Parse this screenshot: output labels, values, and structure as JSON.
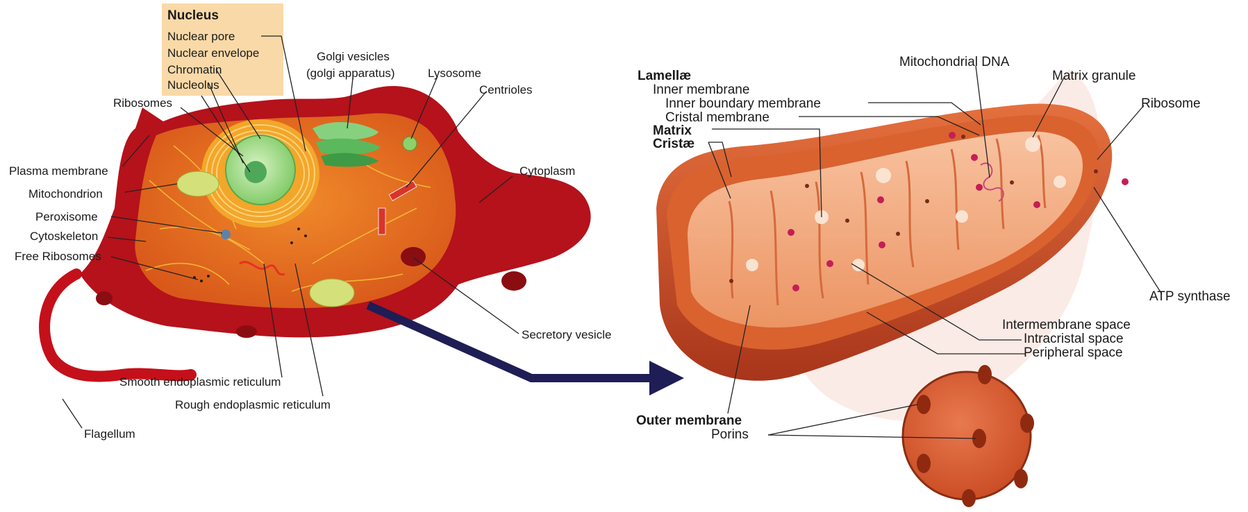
{
  "cell": {
    "nucleus_title": "Nucleus",
    "nucleus_items": [
      "Nuclear pore",
      "Nuclear envelope",
      "Chromatin",
      "Nucleolus"
    ],
    "labels": {
      "golgi_line1": "Golgi vesicles",
      "golgi_line2": "(golgi apparatus)",
      "lysosome": "Lysosome",
      "centrioles": "Centrioles",
      "ribosomes": "Ribosomes",
      "plasma_membrane": "Plasma membrane",
      "mitochondrion": "Mitochondrion",
      "peroxisome": "Peroxisome",
      "cytoskeleton": "Cytoskeleton",
      "free_ribosomes": "Free Ribosomes",
      "cytoplasm": "Cytoplasm",
      "secretory_vesicle": "Secretory vesicle",
      "smooth_er": "Smooth endoplasmic reticulum",
      "rough_er": "Rough endoplasmic reticulum",
      "flagellum": "Flagellum"
    }
  },
  "mito": {
    "labels": {
      "lamellae": "Lamellæ",
      "inner_membrane": "Inner membrane",
      "inner_boundary": "Inner boundary membrane",
      "cristal_membrane": "Cristal membrane",
      "matrix": "Matrix",
      "cristae": "Cristæ",
      "mito_dna": "Mitochondrial DNA",
      "matrix_granule": "Matrix granule",
      "ribosome": "Ribosome",
      "atp_synthase": "ATP synthase",
      "intermembrane_space": "Intermembrane space",
      "intracristal_space": "Intracristal space",
      "peripheral_space": "Peripheral space",
      "outer_membrane": "Outer membrane",
      "porins": "Porins"
    }
  },
  "colors": {
    "cell_membrane": "#b5121b",
    "cytoplasm": "#e2701a",
    "nucleus": "#a7dd8c",
    "golgi": "#5cb85c",
    "mito_outer": "#c94a22",
    "mito_inner": "#f3a57a",
    "arrow": "#1f1d55",
    "nucleus_box": "#f9d9a8",
    "nucleus_title": "#d21a1a",
    "lamellae_label": "#c8541f",
    "inner_membrane_label": "#e8a06a",
    "intermembrane_label": "#c2203a"
  }
}
